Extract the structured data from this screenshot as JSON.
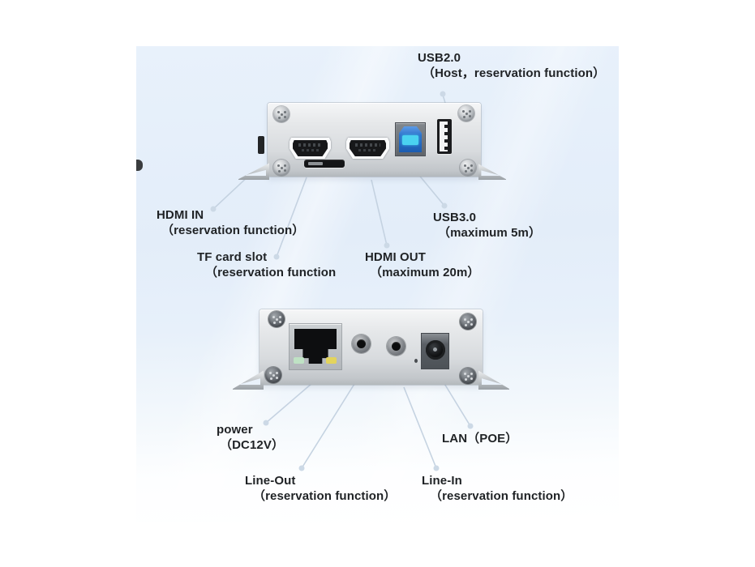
{
  "diagram": {
    "description_icons": [
      "hdmi-in-port-icon",
      "hdmi-out-port-icon",
      "tf-card-slot-icon",
      "usb-b-3.0-port-icon",
      "usb-a-2.0-port-icon",
      "rj45-lan-port-icon",
      "line-out-jack-icon",
      "line-in-jack-icon",
      "dc-power-jack-icon",
      "power-led-icon",
      "screw-icon",
      "mounting-bracket-icon"
    ],
    "colors": {
      "panel_background_top": "#e8f1fb",
      "panel_background_bottom": "#ffffff",
      "chassis_silver": "#d8dbde",
      "leader_line": "#c3d1e0",
      "text": "#1f2225",
      "usb_b_blue": "#2e74cc",
      "usb_b_cyan": "#4ad2f0",
      "lan_led_green": "#bfe2c4",
      "lan_led_yellow": "#e3d45c"
    }
  },
  "annotations": {
    "usb2": {
      "title": "USB2.0",
      "detail": "（Host，reservation function）"
    },
    "hdmi_in": {
      "title": "HDMI IN",
      "detail": "（reservation function）"
    },
    "tf": {
      "title": "TF card slot",
      "detail": "（reservation function"
    },
    "hdmi_out": {
      "title": "HDMI OUT",
      "detail": "（maximum 20m）"
    },
    "usb3": {
      "title": "USB3.0",
      "detail": "（maximum 5m）"
    },
    "power": {
      "title": "power",
      "detail": "（DC12V）"
    },
    "lan": {
      "title": "LAN（POE）"
    },
    "line_out": {
      "title": "Line-Out",
      "detail": "（reservation function）"
    },
    "line_in": {
      "title": "Line-In",
      "detail": "（reservation function）"
    }
  }
}
